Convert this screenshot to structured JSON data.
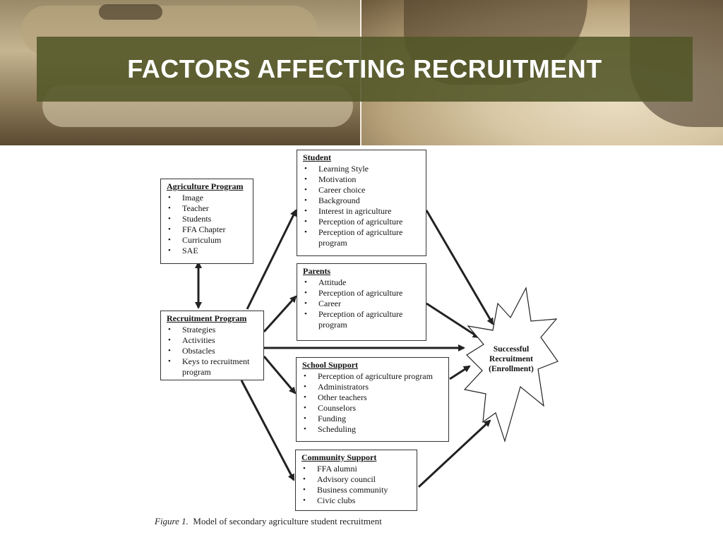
{
  "slide": {
    "title": "FACTORS AFFECTING RECRUITMENT"
  },
  "diagram": {
    "agriculture_program": {
      "title": "Agriculture Program",
      "items": [
        "Image",
        "Teacher",
        "Students",
        "FFA Chapter",
        "Curriculum",
        "SAE"
      ]
    },
    "recruitment_program": {
      "title": "Recruitment Program",
      "items": [
        "Strategies",
        "Activities",
        "Obstacles",
        "Keys to recruitment program"
      ]
    },
    "student": {
      "title": "Student",
      "items": [
        "Learning Style",
        "Motivation",
        "Career choice",
        "Background",
        "Interest in agriculture",
        "Perception of agriculture",
        "Perception of agriculture program"
      ]
    },
    "parents": {
      "title": "Parents",
      "items": [
        "Attitude",
        "Perception of agriculture",
        "Career",
        "Perception of agriculture program"
      ]
    },
    "school_support": {
      "title": "School Support",
      "items": [
        "Perception of agriculture program",
        "Administrators",
        "Other teachers",
        "Counselors",
        "Funding",
        "Scheduling"
      ]
    },
    "community_support": {
      "title": "Community Support",
      "items": [
        "FFA alumni",
        "Advisory council",
        "Business community",
        "Civic clubs"
      ]
    },
    "outcome": {
      "line1": "Successful",
      "line2": "Recruitment",
      "line3": "(Enrollment)"
    },
    "caption": {
      "label": "Figure 1.",
      "text": "Model of secondary agriculture student recruitment"
    }
  }
}
